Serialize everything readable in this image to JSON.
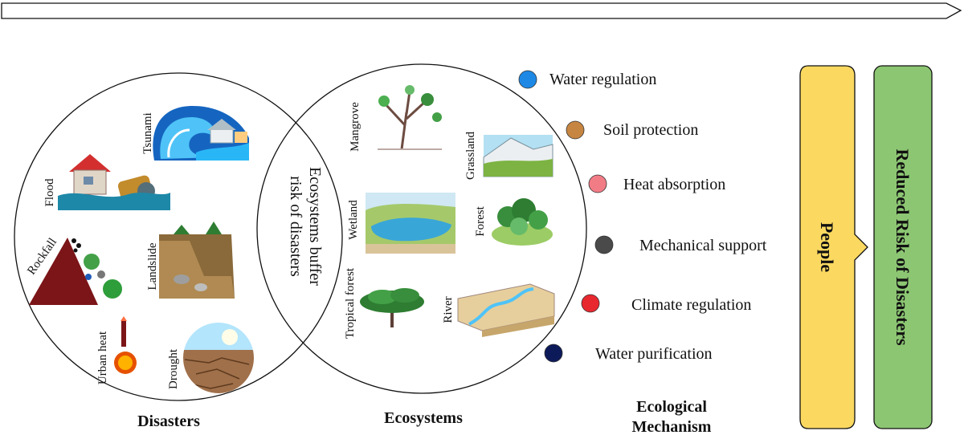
{
  "disasters": {
    "caption": "Disasters",
    "items": {
      "tsunami": "Tsunami",
      "flood": "Flood",
      "rockfall": "Rockfall",
      "landslide": "Landslide",
      "urban_heat": "Urban heat",
      "drought": "Drought"
    }
  },
  "ecosystems": {
    "caption": "Ecosystems",
    "items": {
      "mangrove": "Mangrove",
      "grassland": "Grassland",
      "wetland": "Wetland",
      "forest": "Forest",
      "tropical_forest": "Tropical forest",
      "river": "River"
    }
  },
  "overlap": {
    "line1": "Ecosystems buffer",
    "line2": "risk of disasters"
  },
  "mechanisms": {
    "caption_line1": "Ecological",
    "caption_line2": "Mechanism",
    "items": [
      {
        "label": "Water regulation",
        "color": "#1e88e5"
      },
      {
        "label": "Soil protection",
        "color": "#c68642"
      },
      {
        "label": "Heat absorption",
        "color": "#f27c86"
      },
      {
        "label": "Mechanical support",
        "color": "#4a4a4a"
      },
      {
        "label": "Climate regulation",
        "color": "#e8282f"
      },
      {
        "label": "Water purification",
        "color": "#0d1a5a"
      }
    ]
  },
  "people_box": {
    "label": "People",
    "color": "#fbd961"
  },
  "outcome_box": {
    "label": "Reduced Risk of Disasters",
    "color": "#8cc672"
  }
}
